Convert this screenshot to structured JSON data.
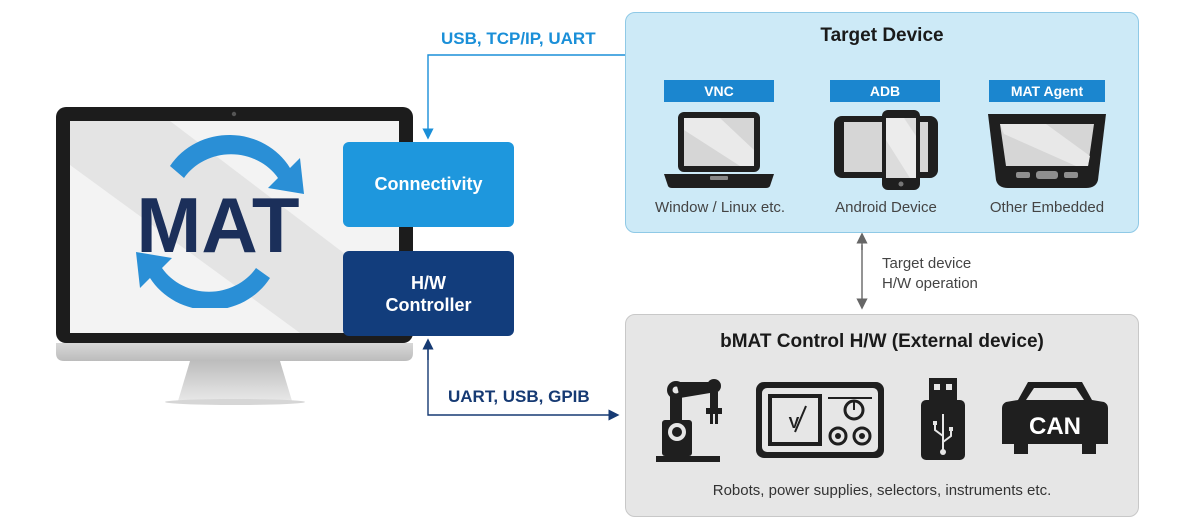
{
  "links": {
    "top_protocols": "USB, TCP/IP, UART",
    "bottom_protocols": "UART, USB, GPIB",
    "target_hw_note_line1": "Target device",
    "target_hw_note_line2": "H/W operation"
  },
  "monitor": {
    "logo_text": "MAT",
    "connectivity_label": "Connectivity",
    "hw_controller_line1": "H/W",
    "hw_controller_line2": "Controller"
  },
  "target_device": {
    "title": "Target Device",
    "devices": [
      {
        "tag": "VNC",
        "caption": "Window / Linux etc.",
        "icon": "laptop-icon"
      },
      {
        "tag": "ADB",
        "caption": "Android Device",
        "icon": "tablet-phone-icon"
      },
      {
        "tag": "MAT Agent",
        "caption": "Other  Embedded",
        "icon": "car-display-icon"
      }
    ]
  },
  "control_hw": {
    "title": "bMAT Control H/W (External device)",
    "icons": [
      "robot-arm-icon",
      "meter-icon",
      "usb-icon",
      "can-car-icon"
    ],
    "meter_letter": "V",
    "can_text": "CAN",
    "caption": "Robots, power supplies, selectors, instruments etc."
  },
  "colors": {
    "accent_blue": "#1e97dd",
    "navy": "#123d7c",
    "target_panel": "#cdeaf7",
    "hw_panel": "#e6e6e6"
  }
}
